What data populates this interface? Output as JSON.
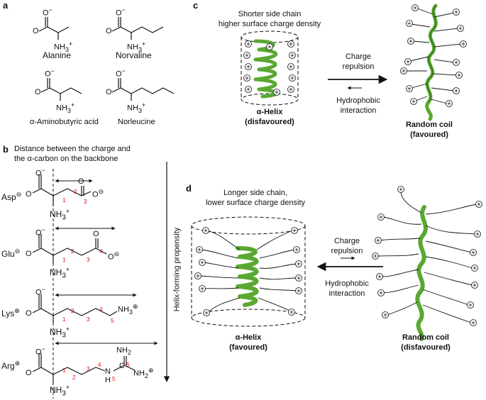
{
  "panels": {
    "a": "a",
    "b": "b",
    "c": "c",
    "d": "d"
  },
  "panel_a": {
    "names": [
      "Alanine",
      "Norvaline",
      "α-Aminobutyric acid",
      "Norleucine"
    ]
  },
  "panel_b": {
    "caption_line1": "Distance between the charge and",
    "caption_line2": "the α-carbon on the backbone",
    "residues": [
      "Asp",
      "Glu",
      "Lys",
      "Arg"
    ],
    "arrow_label": "Helix-forming propensity",
    "nh3": "NH3+",
    "nh2": "NH2",
    "n": "N",
    "h": "H",
    "c": "C",
    "carbon_numbers": {
      "asp": [
        "1",
        "2",
        "3"
      ],
      "glu": [
        "1",
        "2",
        "3",
        "4"
      ],
      "lys": [
        "1",
        "2",
        "3",
        "4",
        "5"
      ],
      "arg": [
        "1",
        "2",
        "3",
        "4",
        "5",
        "6"
      ]
    }
  },
  "panel_c": {
    "top_line1": "Shorter side chain",
    "top_line2": "higher surface charge density",
    "arrow_top": "Charge",
    "arrow_top2": "repulsion",
    "arrow_bottom": "Hydrophobic",
    "arrow_bottom2": "interaction",
    "helix_label1": "α-Helix",
    "helix_label2": "(disfavoured)",
    "coil_label1": "Random coil",
    "coil_label2": "(favoured)"
  },
  "panel_d": {
    "top_line1": "Longer side chain,",
    "top_line2": "lower surface charge density",
    "arrow_top": "Charge",
    "arrow_top2": "repulsion",
    "arrow_bottom": "Hydrophobic",
    "arrow_bottom2": "interaction",
    "helix_label1": "α-Helix",
    "helix_label2": "(favoured)",
    "coil_label1": "Random coil",
    "coil_label2": "(disfavoured)"
  },
  "colors": {
    "helix": "#5aa832",
    "helix_dark": "#2f6e1a",
    "red": "#dd1111",
    "grey": "#555555"
  }
}
